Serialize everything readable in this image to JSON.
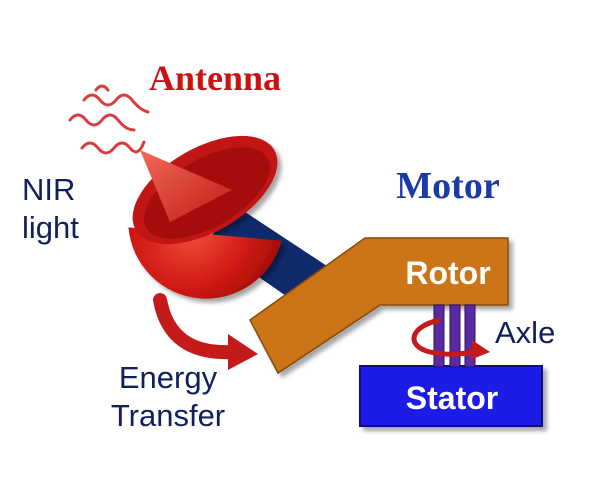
{
  "labels": {
    "antenna": "Antenna",
    "motor": "Motor",
    "nir_line1": "NIR",
    "nir_line2": "light",
    "rotor": "Rotor",
    "axle": "Axle",
    "stator": "Stator",
    "energy_line1": "Energy",
    "energy_line2": "Transfer"
  },
  "colors": {
    "antenna_red": "#cc1111",
    "antenna_title": "#cc1111",
    "motor_title": "#1a3aa8",
    "neck_navy": "#0f2a6b",
    "rotor_orange": "#cc7418",
    "stator_blue": "#1a1ae6",
    "axle_purple": "#5a2aa0",
    "wave_red": "#d41a1a",
    "text_navy": "#10205a"
  }
}
